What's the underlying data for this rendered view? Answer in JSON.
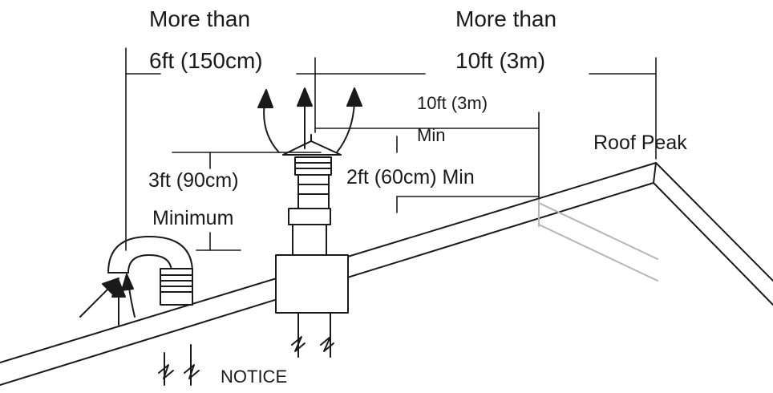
{
  "labels": {
    "more_than_6ft_line1": "More than",
    "more_than_6ft_line2": "6ft (150cm)",
    "more_than_10ft_line1": "More than",
    "more_than_10ft_line2": "10ft (3m)",
    "ten_ft_min_line1": "10ft (3m)",
    "ten_ft_min_line2": "Min",
    "roof_peak": "Roof Peak",
    "three_ft_line1": "3ft (90cm)",
    "three_ft_line2": "Minimum",
    "two_ft_min": "2ft (60cm) Min",
    "notice": "NOTICE"
  },
  "colors": {
    "ink": "#1a1a1a",
    "ghost_lines": "#b5b5b5",
    "background": "#ffffff"
  }
}
